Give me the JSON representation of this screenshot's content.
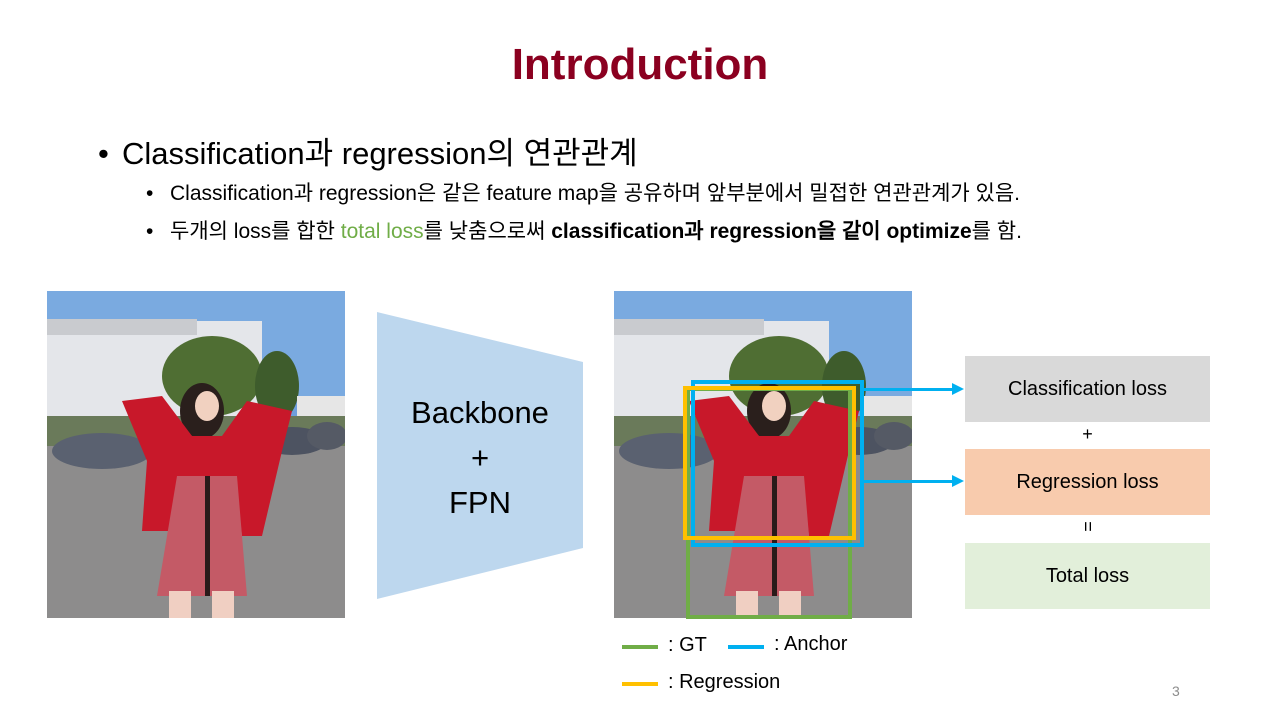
{
  "slide": {
    "title": "Introduction",
    "page_number": "3",
    "bullets": {
      "main": {
        "marker": "•",
        "text": "Classification과 regression의 연관관계"
      },
      "sub1": {
        "marker": "•",
        "text": "Classification과 regression은 같은 feature map을 공유하며 앞부분에서 밀접한 연관관계가 있음."
      },
      "sub2": {
        "marker": "•",
        "part1": "두개의 loss를 합한 ",
        "highlight": "total loss",
        "part2": "를 낮춤으로써 ",
        "bold": "classification과 regression을 같이 optimize",
        "part3": "를 함."
      }
    }
  },
  "diagram": {
    "input_image": "person-photo",
    "network": {
      "line1": "Backbone",
      "line2": "+",
      "line3": "FPN",
      "color": "#bdd7ee"
    },
    "output_image": "person-photo-with-boxes",
    "boxes": {
      "gt_color": "#70ad47",
      "anchor_color": "#00b0f0",
      "regression_color": "#ffc000"
    },
    "losses": {
      "classification": {
        "label": "Classification loss",
        "color": "#d9d9d9"
      },
      "plus": "+",
      "regression": {
        "label": "Regression loss",
        "color": "#f8cbad"
      },
      "equals": "=",
      "total": {
        "label": "Total loss",
        "color": "#e2efda"
      }
    },
    "legend": {
      "gt": ": GT",
      "anchor": ": Anchor",
      "regression": ": Regression"
    }
  }
}
